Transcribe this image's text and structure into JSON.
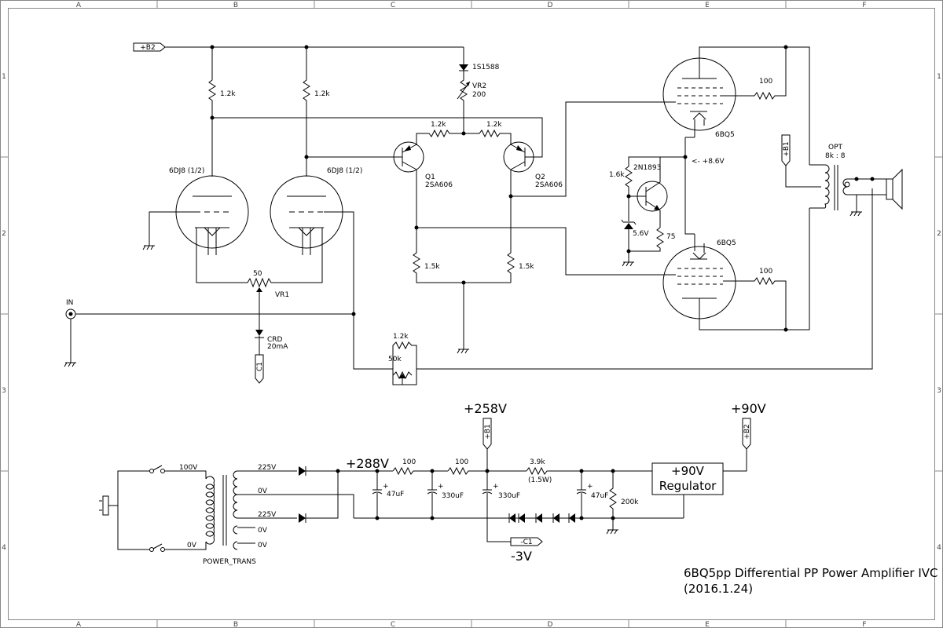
{
  "frame": {
    "columns": [
      "A",
      "B",
      "C",
      "D",
      "E",
      "F"
    ],
    "rows": [
      "1",
      "2",
      "3",
      "4"
    ]
  },
  "title": {
    "line1": "6BQ5pp Differential PP Power Amplifier IVC",
    "line2": "(2016.1.24)"
  },
  "ports": {
    "b2_in": "+B2",
    "b1_right": "+B1",
    "b1_supply": "+B1",
    "b2_supply": "+B2",
    "c1_input": "C1",
    "c1_supply": "-C1",
    "in": "IN"
  },
  "tubes": {
    "v1": "6DJ8 (1/2)",
    "v2": "6DJ8 (1/2)",
    "p1": "6BQ5",
    "p2": "6BQ5"
  },
  "transistors": {
    "q1": "Q1",
    "q1_type": "2SA606",
    "q2": "Q2",
    "q2_type": "2SA606",
    "q3": "2N1893"
  },
  "parts": {
    "r_plate_left": "1.2k",
    "r_plate_right": "1.2k",
    "d_1s1588": "1S1588",
    "vr2": "VR2",
    "vr2_value": "200",
    "r_q1": "1.2k",
    "r_q2": "1.2k",
    "r_em_left": "1.5k",
    "r_em_right": "1.5k",
    "vr1_value": "50",
    "vr1": "VR1",
    "crd": "CRD",
    "crd_value": "20mA",
    "fb_r": "1.2k",
    "fb_vr": "50k",
    "r_1k6": "1.6k",
    "zener": "5.6V",
    "r_75": "75",
    "bias_note": "<- +8.6V",
    "r_g2_top": "100",
    "r_g2_bot": "100",
    "opt": "OPT",
    "opt_ratio": "8k : 8"
  },
  "supply": {
    "ac_100v": "100V",
    "ac_0v": "0V",
    "sec_225_top": "225V",
    "sec_0v": "0V",
    "sec_225_bot": "225V",
    "heater_0v_1": "0V",
    "heater_0v_2": "0V",
    "transformer": "POWER_TRANS",
    "v288": "+288V",
    "v258": "+258V",
    "v90": "+90V",
    "vm3": "-3V",
    "r100_1": "100",
    "r100_2": "100",
    "r3k9": "3.9k",
    "r3k9_rating": "(1.5W)",
    "c47_1": "47uF",
    "c330_1": "330uF",
    "c330_2": "330uF",
    "c47_2": "47uF",
    "r200k": "200k",
    "regulator_line1": "+90V",
    "regulator_line2": "Regulator"
  }
}
